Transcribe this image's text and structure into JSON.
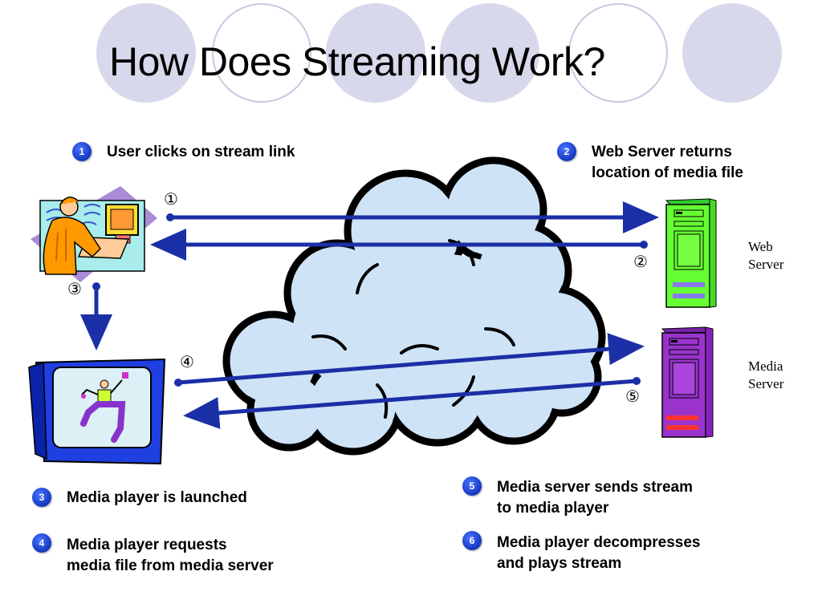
{
  "title": "How Does Streaming Work?",
  "colors": {
    "arrow": "#1b2fa6",
    "cloud_fill": "#cfe3f7",
    "web_server": "#66ff33",
    "media_server": "#9933cc",
    "badge": "#2a4fe0",
    "deco_filled": "#d8d8ec"
  },
  "steps": [
    {
      "num": "1",
      "lines": [
        "User clicks on stream link"
      ]
    },
    {
      "num": "2",
      "lines": [
        "Web Server returns",
        "location of media file"
      ]
    },
    {
      "num": "3",
      "lines": [
        "Media player is launched"
      ]
    },
    {
      "num": "4",
      "lines": [
        "Media player requests",
        "media file from media server"
      ]
    },
    {
      "num": "5",
      "lines": [
        "Media server sends stream",
        "to media player"
      ]
    },
    {
      "num": "6",
      "lines": [
        "Media player decompresses",
        "and plays stream"
      ]
    }
  ],
  "arrow_labels": [
    "①",
    "②",
    "③",
    "④",
    "⑤"
  ],
  "servers": {
    "web": [
      "Web",
      "Server"
    ],
    "media": [
      "Media",
      "Server"
    ]
  },
  "icons": [
    "user-at-computer-icon",
    "tv-media-player-icon",
    "web-server-tower-icon",
    "media-server-tower-icon",
    "internet-cloud-icon"
  ]
}
